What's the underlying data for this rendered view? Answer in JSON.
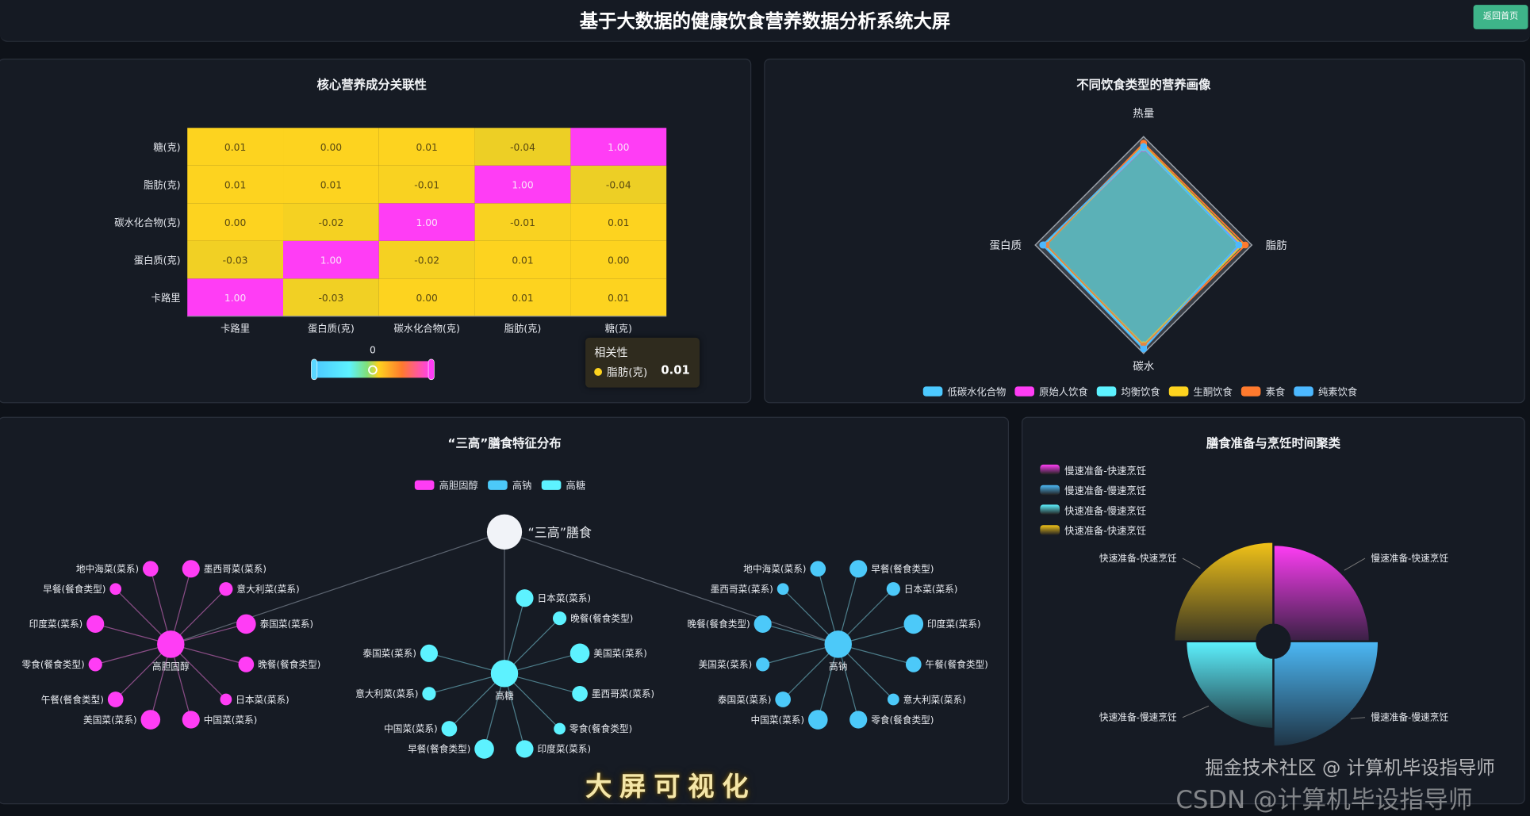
{
  "header": {
    "title": "基于大数据的健康饮食营养数据分析系统大屏",
    "home_button": "返回首页"
  },
  "heatmap": {
    "title": "核心营养成分关联性",
    "chart_data": {
      "type": "heatmap",
      "x_categories": [
        "卡路里",
        "蛋白质(克)",
        "碳水化合物(克)",
        "脂肪(克)",
        "糖(克)"
      ],
      "y_categories": [
        "卡路里",
        "蛋白质(克)",
        "碳水化合物(克)",
        "脂肪(克)",
        "糖(克)"
      ],
      "values": [
        [
          1.0,
          -0.03,
          0.0,
          0.01,
          0.01
        ],
        [
          -0.03,
          1.0,
          -0.02,
          0.01,
          0.0
        ],
        [
          0.0,
          -0.02,
          1.0,
          -0.01,
          0.01
        ],
        [
          0.01,
          0.01,
          -0.01,
          1.0,
          -0.04
        ],
        [
          0.01,
          0.0,
          0.01,
          -0.04,
          1.0
        ]
      ],
      "visual_map_value": "0",
      "colors": {
        "high": "#ff3df5",
        "mid": "#fdd31f",
        "low": "#5ad8ff"
      }
    },
    "tooltip": {
      "title": "相关性",
      "name": "脂肪(克)",
      "value": "0.01"
    }
  },
  "radar": {
    "title": "不同饮食类型的营养画像",
    "chart_data": {
      "type": "radar",
      "indicators": [
        "热量",
        "脂肪",
        "碳水",
        "蛋白质"
      ],
      "max": 1,
      "series": [
        {
          "name": "低碳水化合物",
          "color": "#4cc9ff",
          "values": [
            0.9,
            0.88,
            0.95,
            0.93
          ]
        },
        {
          "name": "原始人饮食",
          "color": "#ff3df5",
          "values": [
            0.89,
            0.9,
            0.94,
            0.92
          ]
        },
        {
          "name": "均衡饮食",
          "color": "#5df2ff",
          "values": [
            0.9,
            0.88,
            0.94,
            0.92
          ]
        },
        {
          "name": "生酮饮食",
          "color": "#fdd31f",
          "values": [
            0.92,
            0.91,
            0.92,
            0.9
          ]
        },
        {
          "name": "素食",
          "color": "#ff7a2e",
          "values": [
            0.94,
            0.94,
            0.93,
            0.9
          ]
        },
        {
          "name": "纯素饮食",
          "color": "#4cb8ff",
          "values": [
            0.91,
            0.88,
            0.96,
            0.93
          ]
        }
      ]
    }
  },
  "graph": {
    "title": "“三高”膳食特征分布",
    "categories": [
      {
        "name": "高胆固醇",
        "color": "#ff3df5"
      },
      {
        "name": "高钠",
        "color": "#4cc9f9"
      },
      {
        "name": "高糖",
        "color": "#5df2ff"
      }
    ],
    "center": "“三高”膳食",
    "nodes": [
      {
        "name": "高胆固醇",
        "category": 0
      },
      {
        "name": "墨西哥菜(菜系)",
        "category": 0
      },
      {
        "name": "意大利菜(菜系)",
        "category": 0
      },
      {
        "name": "泰国菜(菜系)",
        "category": 0
      },
      {
        "name": "晚餐(餐食类型)",
        "category": 0
      },
      {
        "name": "日本菜(菜系)",
        "category": 0
      },
      {
        "name": "中国菜(菜系)",
        "category": 0
      },
      {
        "name": "美国菜(菜系)",
        "category": 0
      },
      {
        "name": "午餐(餐食类型)",
        "category": 0
      },
      {
        "name": "零食(餐食类型)",
        "category": 0
      },
      {
        "name": "印度菜(菜系)",
        "category": 0
      },
      {
        "name": "早餐(餐食类型)",
        "category": 0
      },
      {
        "name": "地中海菜(菜系)",
        "category": 0
      },
      {
        "name": "高钠",
        "category": 1
      },
      {
        "name": "早餐(餐食类型)",
        "category": 1
      },
      {
        "name": "日本菜(菜系)",
        "category": 1
      },
      {
        "name": "印度菜(菜系)",
        "category": 1
      },
      {
        "name": "午餐(餐食类型)",
        "category": 1
      },
      {
        "name": "意大利菜(菜系)",
        "category": 1
      },
      {
        "name": "零食(餐食类型)",
        "category": 1
      },
      {
        "name": "中国菜(菜系)",
        "category": 1
      },
      {
        "name": "泰国菜(菜系)",
        "category": 1
      },
      {
        "name": "美国菜(菜系)",
        "category": 1
      },
      {
        "name": "晚餐(餐食类型)",
        "category": 1
      },
      {
        "name": "墨西哥菜(菜系)",
        "category": 1
      },
      {
        "name": "地中海菜(菜系)",
        "category": 1
      },
      {
        "name": "高糖",
        "category": 2
      },
      {
        "name": "日本菜(菜系)",
        "category": 2
      },
      {
        "name": "晚餐(餐食类型)",
        "category": 2
      },
      {
        "name": "美国菜(菜系)",
        "category": 2
      },
      {
        "name": "墨西哥菜(菜系)",
        "category": 2
      },
      {
        "name": "零食(餐食类型)",
        "category": 2
      },
      {
        "name": "印度菜(菜系)",
        "category": 2
      },
      {
        "name": "早餐(餐食类型)",
        "category": 2
      },
      {
        "name": "中国菜(菜系)",
        "category": 2
      },
      {
        "name": "意大利菜(菜系)",
        "category": 2
      },
      {
        "name": "泰国菜(菜系)",
        "category": 2
      }
    ]
  },
  "rose": {
    "title": "膳食准备与烹饪时间聚类",
    "chart_data": {
      "type": "pie",
      "rose": true,
      "series": [
        {
          "name": "慢速准备-快速烹饪",
          "value": 97,
          "color": "#ff3df5"
        },
        {
          "name": "慢速准备-慢速烹饪",
          "value": 106,
          "color": "#4cb8f5"
        },
        {
          "name": "快速准备-慢速烹饪",
          "value": 88,
          "color": "#5df2ff"
        },
        {
          "name": "快速准备-快速烹饪",
          "value": 100,
          "color": "#f2c318"
        }
      ]
    }
  },
  "watermarks": {
    "overlay": "大屏可视化",
    "csdn": "CSDN @计算机毕设指导师",
    "juejin": "掘金技术社区 @ 计算机毕设指导师"
  }
}
